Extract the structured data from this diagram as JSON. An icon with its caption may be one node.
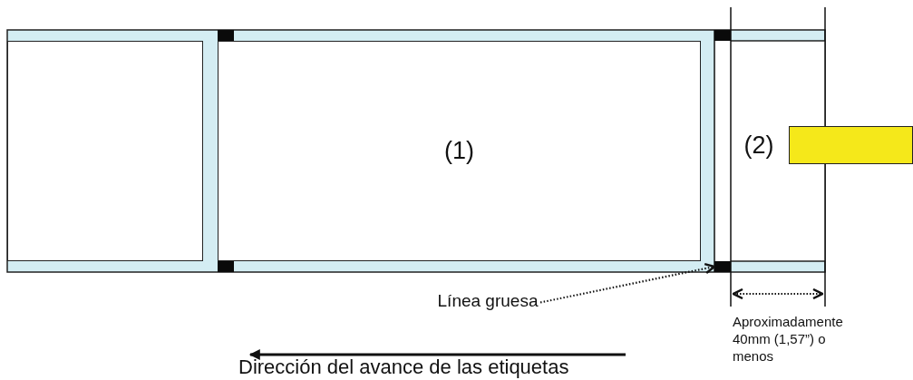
{
  "diagram": {
    "nodes": [
      {
        "text": [],
        "shape": "box"
      },
      {
        "text": [],
        "shape": "box"
      },
      {
        "text": [],
        "shape": "box"
      },
      {
        "text": [
          "(1)"
        ]
      },
      {
        "text": [
          "(2)"
        ]
      },
      {
        "text": [],
        "shape": "bar"
      },
      {
        "text": [],
        "shape": "box"
      },
      {
        "text": [],
        "shape": "box"
      },
      {
        "text": [
          "Línea gruesa"
        ]
      }
    ],
    "edges": [
      {
        "from": 8,
        "to": 7,
        "arrow": "to",
        "style": "dashed"
      }
    ],
    "labels": [
      "Aproximadamente 40mm (1,57”) o menos",
      "Dirección del avance de las etiquetas"
    ]
  }
}
